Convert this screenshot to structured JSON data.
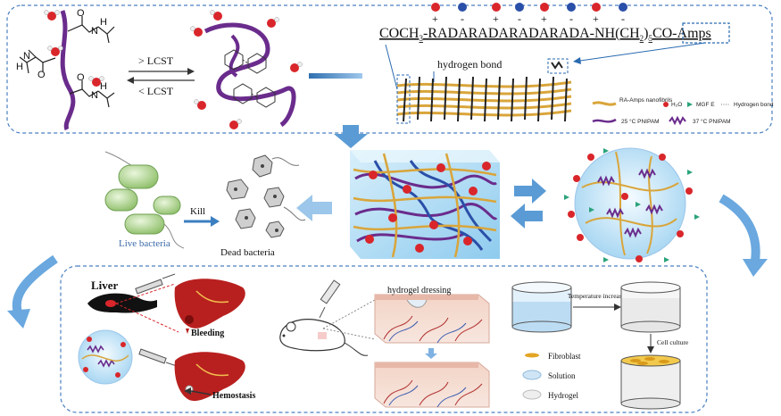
{
  "top": {
    "lcst_forward": "> LCST",
    "lcst_reverse": "< LCST",
    "sequence": "COCH3-RADARADARADARADA-NH(CH2)5CO-Amps",
    "sequence_pre": "COCH",
    "sequence_sub1": "3",
    "sequence_mid": "-RADARADARADARADA-NH(CH",
    "sequence_sub2": "2",
    "sequence_mid2": ")",
    "sequence_sub3": "5",
    "sequence_post": "CO-Amps",
    "charges": [
      "+",
      "-",
      "+",
      "-",
      "+",
      "-",
      "+",
      "-"
    ],
    "hydrogen_bond_label": "hydrogen  bond",
    "legend": {
      "ra_amps": "RA-Amps nanofibrils",
      "h2o": "H₂O",
      "mgf": "MGF E",
      "hbond": "Hydrogen bond",
      "pnipam25": "25 °C PNIPAM",
      "pnipam37": "37 °C PNIPAM"
    }
  },
  "middle": {
    "kill_label": "Kill",
    "live_label": "Live bacteria",
    "dead_label": "Dead bacteria"
  },
  "bottom": {
    "liver_label": "Liver",
    "bleeding_label": "Bleeding",
    "hemostasis_label": "Hemostasis",
    "dressing_label": "hydrogel dressing",
    "temp_increase": "Temperature increase",
    "cell_culture": "Cell culture",
    "legend_fibroblast": "Fibroblast",
    "legend_solution": "Solution",
    "legend_hydrogel": "Hydrogel"
  },
  "colors": {
    "panel_border": "#4a7fc0",
    "arrow_blue": "#4f8fcf",
    "pnipam": "#6a2c8c",
    "fiber": "#d9a53a",
    "water": "#d9262b",
    "mgf": "#2aa37a",
    "liver": "#b8201f"
  }
}
